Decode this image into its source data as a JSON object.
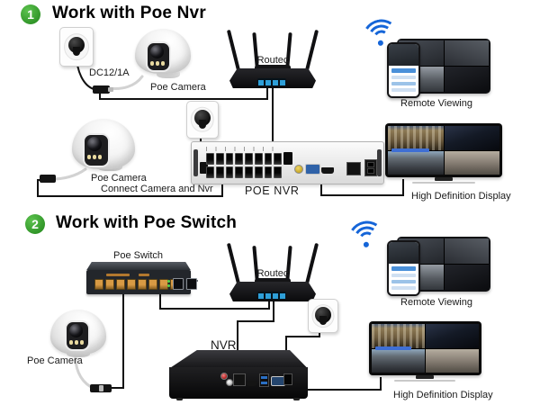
{
  "section1": {
    "badge": "1",
    "title": "Work with Poe Nvr",
    "dc_label": "DC12/1A",
    "camera1_label": "Poe Camera",
    "camera2_label": "Poe Camera",
    "router_label": "Routec",
    "connect_label": "Connect Camera and Nvr",
    "nvr_label": "POE NVR",
    "remote_label": "Remote Viewing",
    "display_label": "High Definition Display"
  },
  "section2": {
    "badge": "2",
    "title": "Work with Poe Switch",
    "switch_label": "Poe Switch",
    "camera_label": "Poe Camera",
    "router_label": "Routec",
    "nvr_label": "NVR",
    "remote_label": "Remote Viewing",
    "display_label": "High Definition Display"
  },
  "colors": {
    "badge_green": "#2f9427",
    "wifi_blue": "#1565d8",
    "router_port_blue": "#2e9fd8",
    "switch_port_orange": "#d89a44",
    "cable_black": "#111111"
  }
}
